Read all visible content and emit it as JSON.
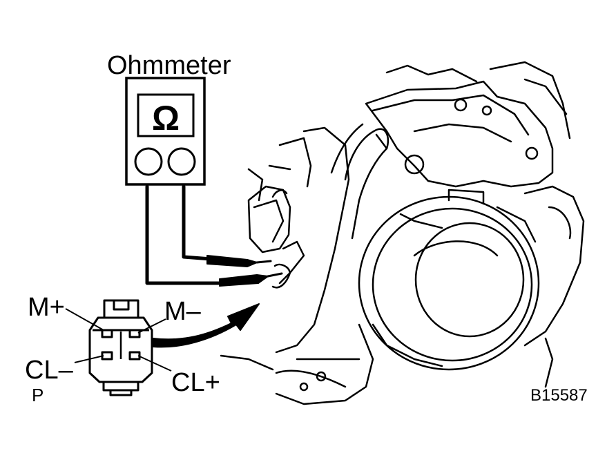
{
  "labels": {
    "meter_title": "Ohmmeter",
    "meter_symbol": "Ω",
    "pin_m_plus": "M+",
    "pin_m_minus": "M–",
    "pin_cl_minus": "CL–",
    "pin_cl_plus": "CL+",
    "connector_p": "P",
    "figure_code": "B15587"
  },
  "colors": {
    "ink": "#000000",
    "paper": "#ffffff"
  }
}
